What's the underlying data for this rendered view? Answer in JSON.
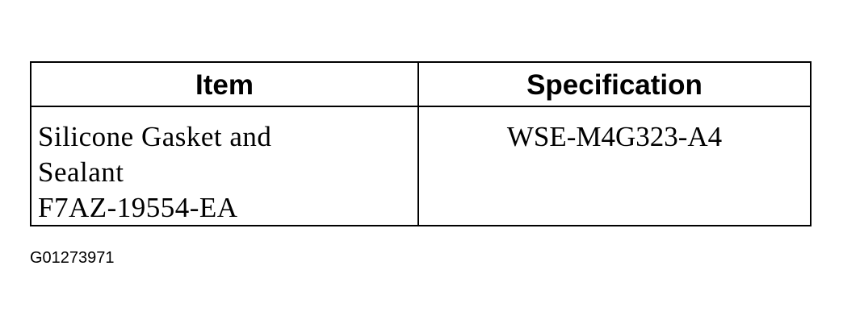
{
  "table": {
    "headers": {
      "item": "Item",
      "specification": "Specification"
    },
    "rows": [
      {
        "item_lines": [
          "Silicone Gasket and",
          "Sealant",
          "F7AZ-19554-EA"
        ],
        "specification": "WSE-M4G323-A4"
      }
    ]
  },
  "figure_id": "G01273971"
}
